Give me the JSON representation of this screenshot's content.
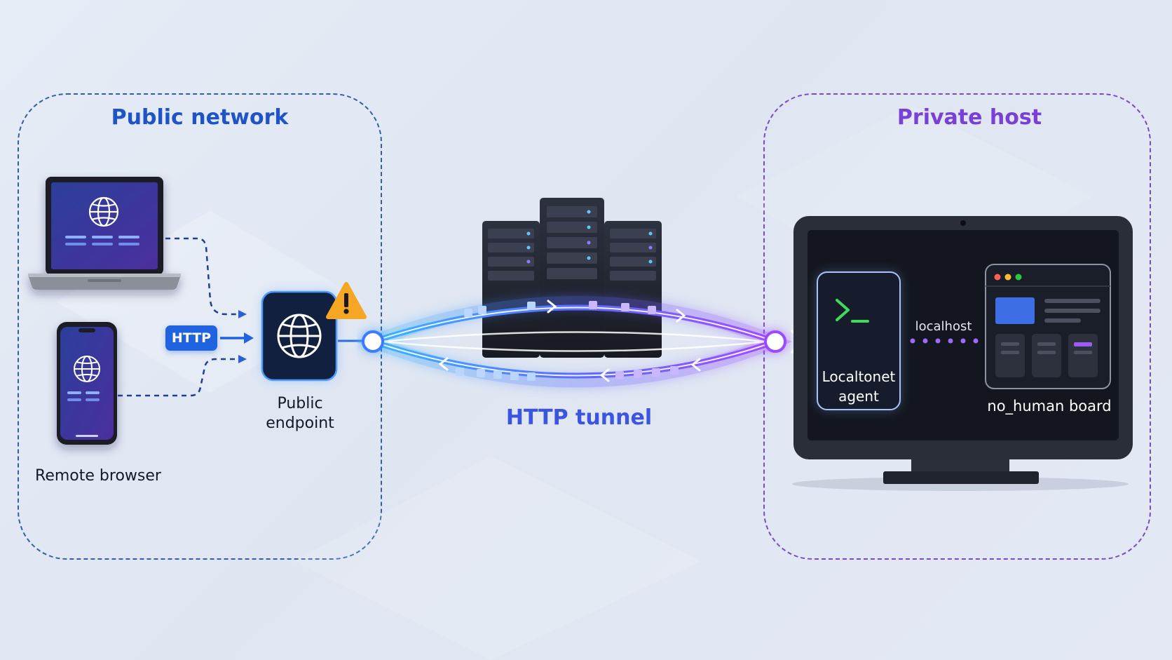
{
  "zones": {
    "public_title": "Public network",
    "private_title": "Private host"
  },
  "nodes": {
    "remote_browser": "Remote browser",
    "http_badge": "HTTP",
    "public_endpoint": "Public endpoint",
    "tunnel": "HTTP tunnel",
    "agent": "Localtonet agent",
    "localhost": "localhost",
    "board": "no_human board"
  },
  "icons": [
    "laptop-icon",
    "phone-icon",
    "globe-icon",
    "warning-icon",
    "server-rack-icon",
    "terminal-icon",
    "monitor-icon",
    "browser-window-icon"
  ],
  "colors": {
    "public_accent": "#1e54c8",
    "private_accent": "#7a3fd6",
    "tunnel_blue": "#2f8cff",
    "tunnel_violet": "#9d4dff",
    "warning": "#f5a623",
    "terminal_green": "#3ddc5a"
  }
}
